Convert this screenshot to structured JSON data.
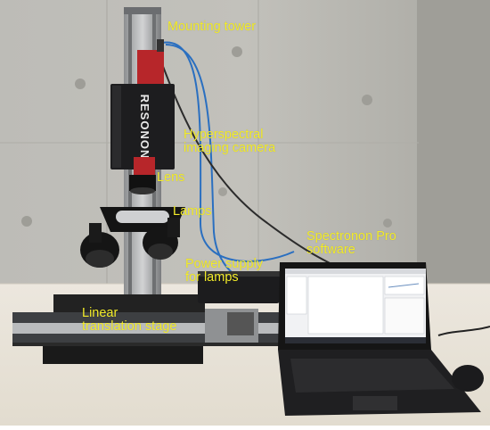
{
  "photo": {
    "labels": {
      "mounting_tower": "Mounting tower",
      "camera": "Hyperspectral\nimaging camera",
      "lens": "Lens",
      "lamps": "Lamps",
      "software": "Spectronon Pro\nsoftware",
      "power_supply": "Power supply\nfor lamps",
      "stage": "Linear\ntranslation stage"
    },
    "camera_brand": "RESONON",
    "colors": {
      "label_text": "#f3ec2a",
      "wall": "#b9b8b3",
      "table": "#e7e1d6",
      "camera_red": "#b7262a",
      "cable_blue": "#2a6fc0"
    }
  }
}
